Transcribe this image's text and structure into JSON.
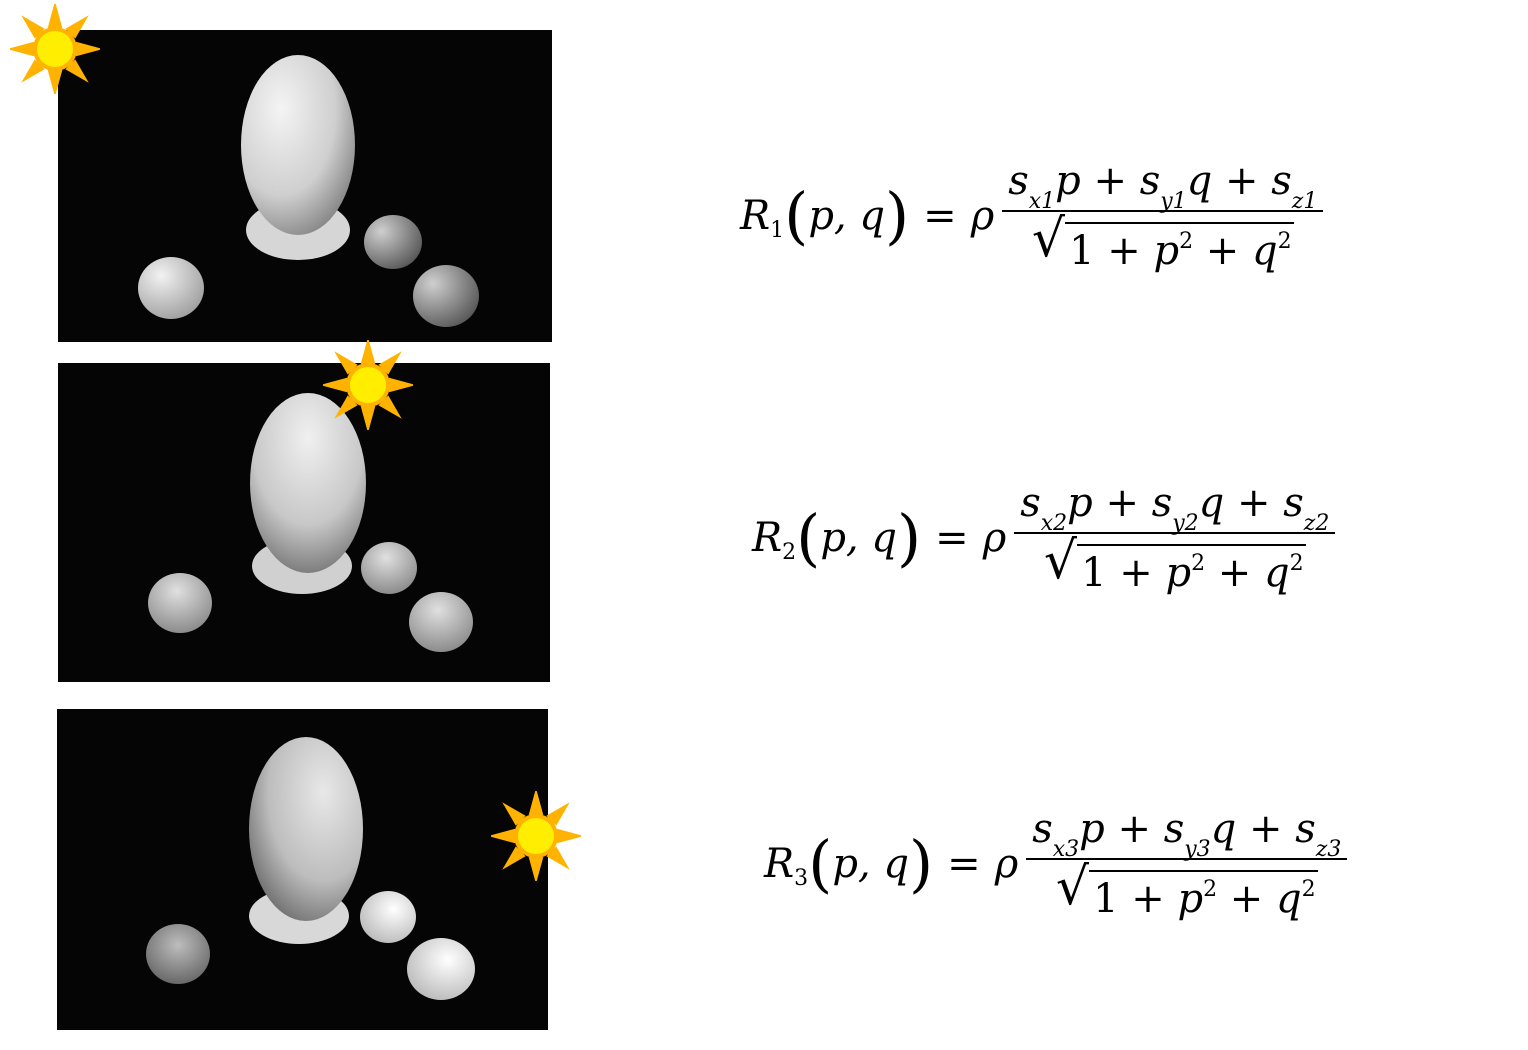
{
  "panels": [
    {
      "light_position": "top-left"
    },
    {
      "light_position": "top-center"
    },
    {
      "light_position": "right"
    }
  ],
  "equations": [
    {
      "lhs_symbol": "R",
      "index": "1",
      "args": "p, q",
      "equals": "=",
      "rho": "ρ",
      "num": {
        "sx": "s",
        "sx_sub": "x1",
        "p": "p",
        "plus1": "+",
        "sy": "s",
        "sy_sub": "y1",
        "q": "q",
        "plus2": "+",
        "sz": "s",
        "sz_sub": "z1"
      },
      "den": {
        "one": "1",
        "plus1": "+",
        "p": "p",
        "p_exp": "2",
        "plus2": "+",
        "q": "q",
        "q_exp": "2"
      }
    },
    {
      "lhs_symbol": "R",
      "index": "2",
      "args": "p, q",
      "equals": "=",
      "rho": "ρ",
      "num": {
        "sx": "s",
        "sx_sub": "x2",
        "p": "p",
        "plus1": "+",
        "sy": "s",
        "sy_sub": "y2",
        "q": "q",
        "plus2": "+",
        "sz": "s",
        "sz_sub": "z2"
      },
      "den": {
        "one": "1",
        "plus1": "+",
        "p": "p",
        "p_exp": "2",
        "plus2": "+",
        "q": "q",
        "q_exp": "2"
      }
    },
    {
      "lhs_symbol": "R",
      "index": "3",
      "args": "p, q",
      "equals": "=",
      "rho": "ρ",
      "num": {
        "sx": "s",
        "sx_sub": "x3",
        "p": "p",
        "plus1": "+",
        "sy": "s",
        "sy_sub": "y3",
        "q": "q",
        "plus2": "+",
        "sz": "s",
        "sz_sub": "z3"
      },
      "den": {
        "one": "1",
        "plus1": "+",
        "p": "p",
        "p_exp": "2",
        "plus2": "+",
        "q": "q",
        "q_exp": "2"
      }
    }
  ],
  "colors": {
    "sun_fill": "#ffee00",
    "sun_ray": "#ffb300",
    "background": "#000000"
  },
  "icons": {
    "light_source": "sun-icon"
  }
}
